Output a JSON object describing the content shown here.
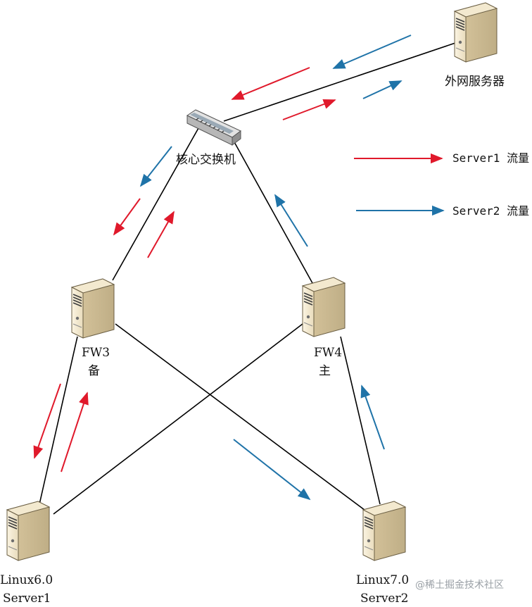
{
  "nodes": {
    "external_server": "外网服务器",
    "core_switch": "核心交换机",
    "fw3_name": "FW3",
    "fw3_role": "备",
    "fw4_name": "FW4",
    "fw4_role": "主",
    "server1_os": "Linux6.0",
    "server1_name": "Server1",
    "server2_os": "Linux7.0",
    "server2_name": "Server2"
  },
  "legend": {
    "server1": "Server1 流量",
    "server2": "Server2 流量"
  },
  "colors": {
    "server1_flow": "#e0192b",
    "server2_flow": "#1f73a8",
    "link": "#000000"
  },
  "icons": {
    "server": "server-tower-icon",
    "switch": "network-switch-icon"
  },
  "watermark": "@稀土掘金技术社区"
}
